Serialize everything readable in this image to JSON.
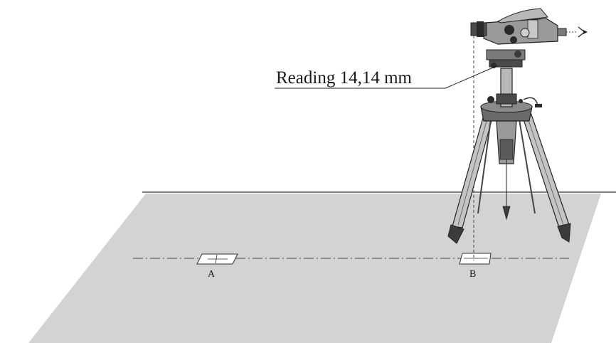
{
  "annotation": {
    "reading": "Reading 14,14 mm"
  },
  "points": {
    "a_label": "A",
    "b_label": "B"
  },
  "colors": {
    "floor": "#d3d3d3",
    "ink": "#1a1a1a",
    "instrument_dark": "#3c3c3c",
    "instrument_mid": "#8a8a8a",
    "instrument_light": "#bcbcbc"
  },
  "icons": {
    "eye": "eye-icon",
    "level": "level-instrument-icon",
    "tripod": "tripod-icon",
    "plumb_bob": "plumb-bob-icon"
  }
}
